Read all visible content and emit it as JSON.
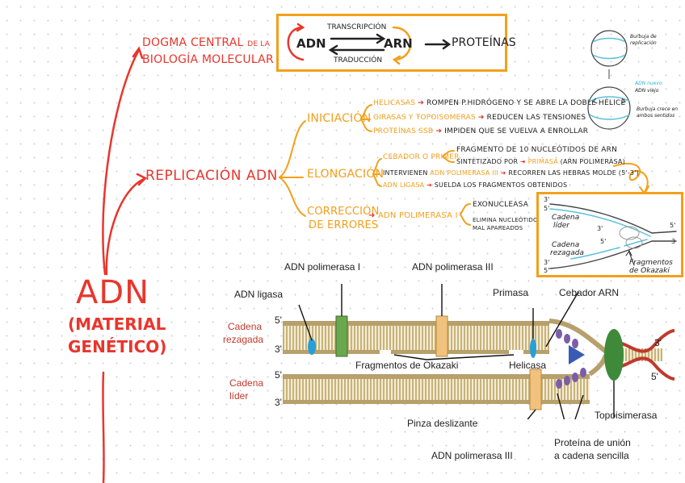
{
  "root": {
    "title": "ADN",
    "subtitle_line1": "(MATERIAL",
    "subtitle_line2": "GENÉTICO)"
  },
  "dogma": {
    "label_line1": "DOGMA CENTRAL",
    "label_de": "DE LA",
    "label_line2": "BIOLOGÍA MOLECULAR",
    "box": {
      "adn": "ADN",
      "arn": "ARN",
      "transcripcion": "TRANSCRIPCIÓN",
      "traduccion": "TRADUCCIÓN",
      "proteinas": "PROTEÍNAS"
    }
  },
  "replicacion": {
    "label": "REPLICACIÓN ADN",
    "iniciacion": {
      "label": "INICIACIÓN",
      "items": [
        {
          "term": "HELICASAS",
          "desc": "ROMPEN P.HIDRÓGENO Y SE ABRE LA DOBLE HÉLICE"
        },
        {
          "term": "GIRASAS Y TOPOISOMERAS",
          "desc": "REDUCEN LAS TENSIONES"
        },
        {
          "term": "PROTEÍNAS SSB",
          "desc": "IMPIDEN QUE SE VUELVA A ENROLLAR"
        }
      ]
    },
    "elongacion": {
      "label": "ELONGACIÓN",
      "cebador": "CEBADOR O PRIMER",
      "cebador_desc1": "FRAGMENTO DE 10 NUCLEÓTIDOS DE ARN",
      "cebador_desc2_a": "SINTETIZADO POR",
      "cebador_desc2_b": "PRIMASA",
      "cebador_desc2_c": "(ARN POLIMERASA)",
      "intervienen": "INTERVIENEN",
      "pol3": "ADN POLIMERASA III",
      "pol3_desc": "RECORREN LAS HEBRAS MOLDE (5'-3')",
      "ligasa": "ADN LIGASA",
      "ligasa_desc": "SUELDA LOS FRAGMENTOS OBTENIDOS"
    },
    "correccion": {
      "label_line1": "CORRECCIÓN",
      "label_line2": "DE ERRORES",
      "enzyme": "ADN POLIMERASA I",
      "exo": "EXONUCLEASA",
      "elimina1": "ELIMINA NUCLEÓTIDOS",
      "elimina2": "MAL APAREADOS"
    }
  },
  "bubble": {
    "note1": "Burbuja de",
    "note2": "replicación",
    "legend_new": "ADN nuevo",
    "legend_old": "ADN viejo",
    "note3": "Burbuja crece en",
    "note4": "ambos sentidos"
  },
  "fork_box": {
    "lider": "Cadena",
    "lider2": "líder",
    "rezagada": "Cadena",
    "rezagada2": "rezagada",
    "okazaki1": "Fragmentos",
    "okazaki2": "de Okazaki",
    "p3a": "3'",
    "p5a": "5'",
    "p3b": "3'",
    "p5b": "5'",
    "p3c": "3'",
    "p5c": "5'",
    "p5r": "5'",
    "p3r": "3"
  },
  "detail": {
    "adn_ligasa": "ADN ligasa",
    "adn_pol1": "ADN polimerasa I",
    "adn_pol3_top": "ADN polimerasa III",
    "primasa": "Primasa",
    "cebador_arn": "Cebador ARN",
    "cadena_rezagada1": "Cadena",
    "cadena_rezagada2": "rezagada",
    "cadena_lider1": "Cadena",
    "cadena_lider2": "líder",
    "fragmentos": "Fragmentos de Okazaki",
    "helicasa": "Helicasa",
    "pinza": "Pinza deslizante",
    "topoisomerasa": "Topoisimerasa",
    "proteina1": "Proteína de unión",
    "proteina2": "a cadena sencilla",
    "adn_pol3_bottom": "ADN polimerasa III",
    "p5_top": "5'",
    "p3_top": "3'",
    "p5_bot": "5'",
    "p3_bot": "3'",
    "p3_right": "3'",
    "p5_right": "5'"
  },
  "colors": {
    "red": "#e8362c",
    "orange": "#f2a01c",
    "strand": "#c8b27a",
    "tan": "#b7a06c"
  }
}
